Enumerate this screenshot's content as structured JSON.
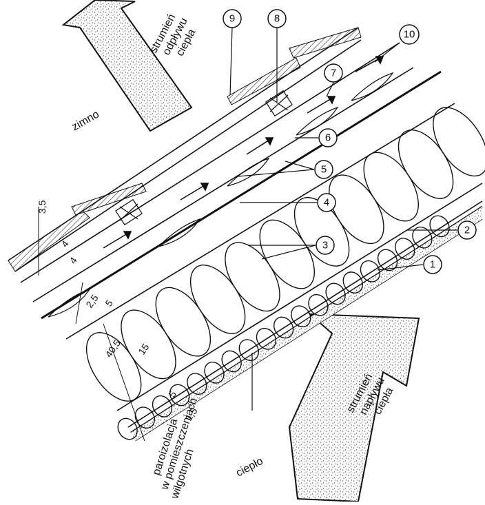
{
  "labels": {
    "cold": "zimno",
    "warm": "ciepło",
    "outflow_arrow": [
      "strumień",
      "odpływu",
      "ciepła"
    ],
    "inflow_arrow": [
      "strumień",
      "napływu",
      "ciepła"
    ],
    "vapor_barrier": [
      "paroizolacja",
      "w pomieszczeniach",
      "wilgotnych"
    ]
  },
  "callouts": [
    "1",
    "2",
    "3",
    "4",
    "5",
    "6",
    "7",
    "8",
    "9",
    "10"
  ],
  "dimensions": {
    "left_stack": [
      "3,5",
      "4",
      "4",
      "2,5"
    ],
    "lower_stack": [
      "5",
      "40,5",
      "15",
      "5",
      "1,5"
    ]
  },
  "colors": {
    "ink": "#111111",
    "paper": "#ffffff",
    "stipple": "#555555"
  }
}
